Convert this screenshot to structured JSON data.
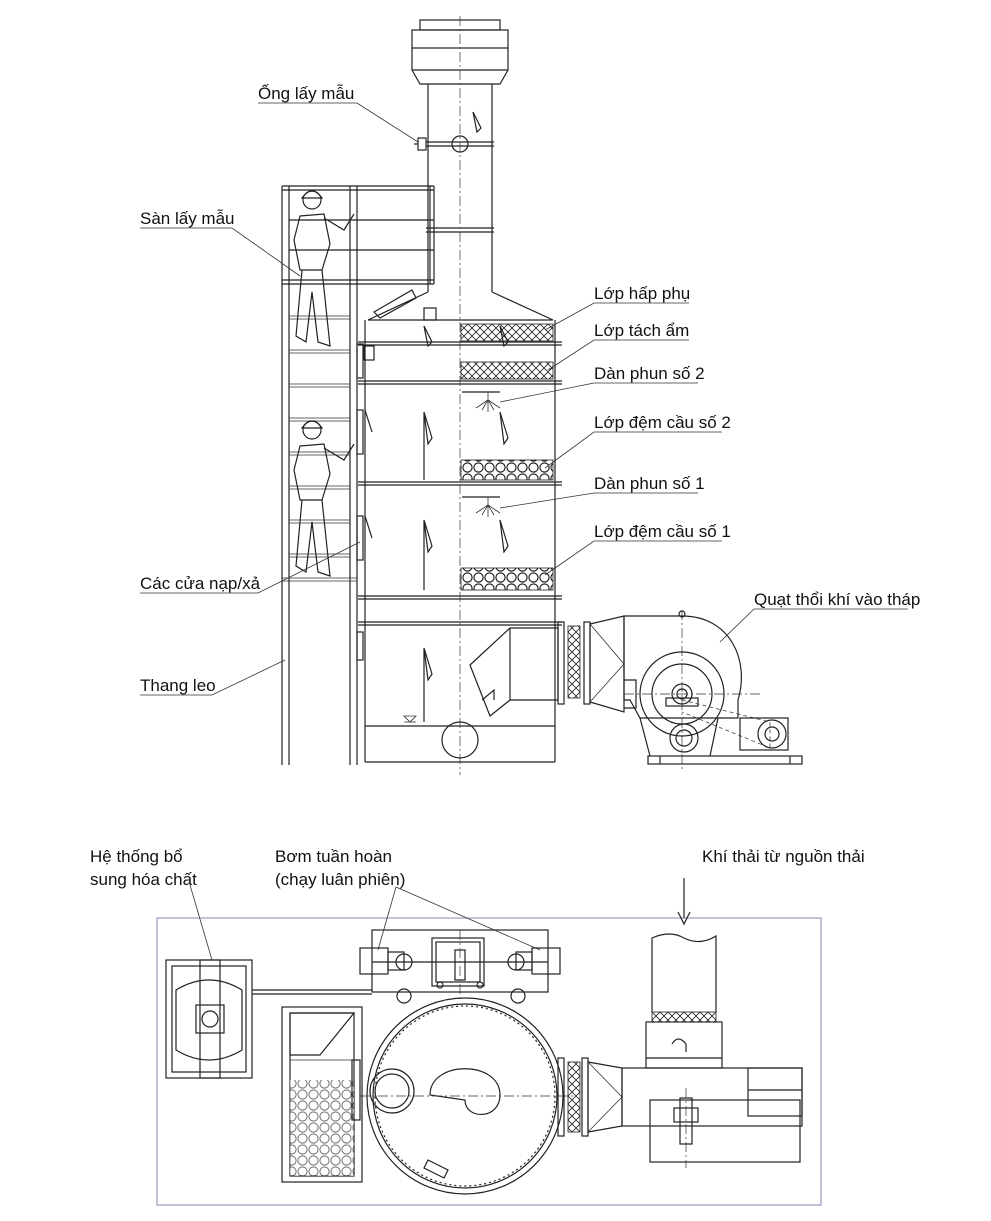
{
  "side_view": {
    "labels": {
      "sampling_pipe": "Ống lấy mẫu",
      "sampling_platform": "Sàn lấy mẫu",
      "access_doors": "Các cửa nạp/xả",
      "ladder": "Thang leo",
      "adsorption_layer": "Lớp hấp phụ",
      "demister_layer": "Lớp tách ẩm",
      "spray_nozzle_2": "Dàn phun số 2",
      "packing_layer_2": "Lớp đệm cầu số 2",
      "spray_nozzle_1": "Dàn phun số 1",
      "packing_layer_1": "Lớp đệm cầu số 1",
      "inlet_fan": "Quạt thổi khí vào tháp"
    }
  },
  "plan_view": {
    "labels": {
      "chemical_dosing_line1": "Hệ thống bổ",
      "chemical_dosing_line2": "sung hóa chất",
      "circulation_pump_line1": "Bơm tuần hoàn",
      "circulation_pump_line2": "(chạy luân phiên)",
      "exhaust_source": "Khí thải từ nguồn thải"
    }
  },
  "colors": {
    "line": "#222222",
    "frame": "#9a9ac0",
    "background": "#ffffff"
  }
}
